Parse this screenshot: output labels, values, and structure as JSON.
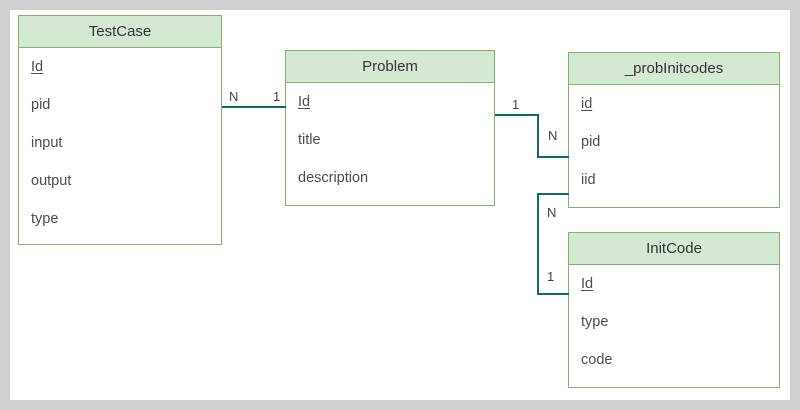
{
  "canvas": {
    "background": "#ffffff",
    "page_background": "#d0d0d0",
    "header_fill": "#d5e8d4",
    "border_color": "#82b366",
    "connector_color": "#0f6b63",
    "text_color": "#4d4d4d"
  },
  "entities": [
    {
      "id": "testcase",
      "title": "TestCase",
      "attributes": [
        {
          "name": "Id",
          "pk": true
        },
        {
          "name": "pid",
          "pk": false
        },
        {
          "name": "input",
          "pk": false
        },
        {
          "name": "output",
          "pk": false
        },
        {
          "name": "type",
          "pk": false
        }
      ]
    },
    {
      "id": "problem",
      "title": "Problem",
      "attributes": [
        {
          "name": "Id",
          "pk": true
        },
        {
          "name": "title",
          "pk": false
        },
        {
          "name": "description",
          "pk": false
        }
      ]
    },
    {
      "id": "probinitcodes",
      "title": "_probInitcodes",
      "attributes": [
        {
          "name": "id",
          "pk": true
        },
        {
          "name": "pid",
          "pk": false
        },
        {
          "name": "iid",
          "pk": false
        }
      ]
    },
    {
      "id": "initcode",
      "title": "InitCode",
      "attributes": [
        {
          "name": "Id",
          "pk": true
        },
        {
          "name": "type",
          "pk": false
        },
        {
          "name": "code",
          "pk": false
        }
      ]
    }
  ],
  "relationships": [
    {
      "id": "testcase-problem",
      "from": "TestCase",
      "to": "Problem",
      "from_cardinality": "N",
      "to_cardinality": "1"
    },
    {
      "id": "problem-probinitcodes",
      "from": "Problem",
      "to": "_probInitcodes",
      "from_cardinality": "1",
      "to_cardinality": "N"
    },
    {
      "id": "probinitcodes-initcode",
      "from": "_probInitcodes",
      "to": "InitCode",
      "from_cardinality": "N",
      "to_cardinality": "1"
    }
  ]
}
